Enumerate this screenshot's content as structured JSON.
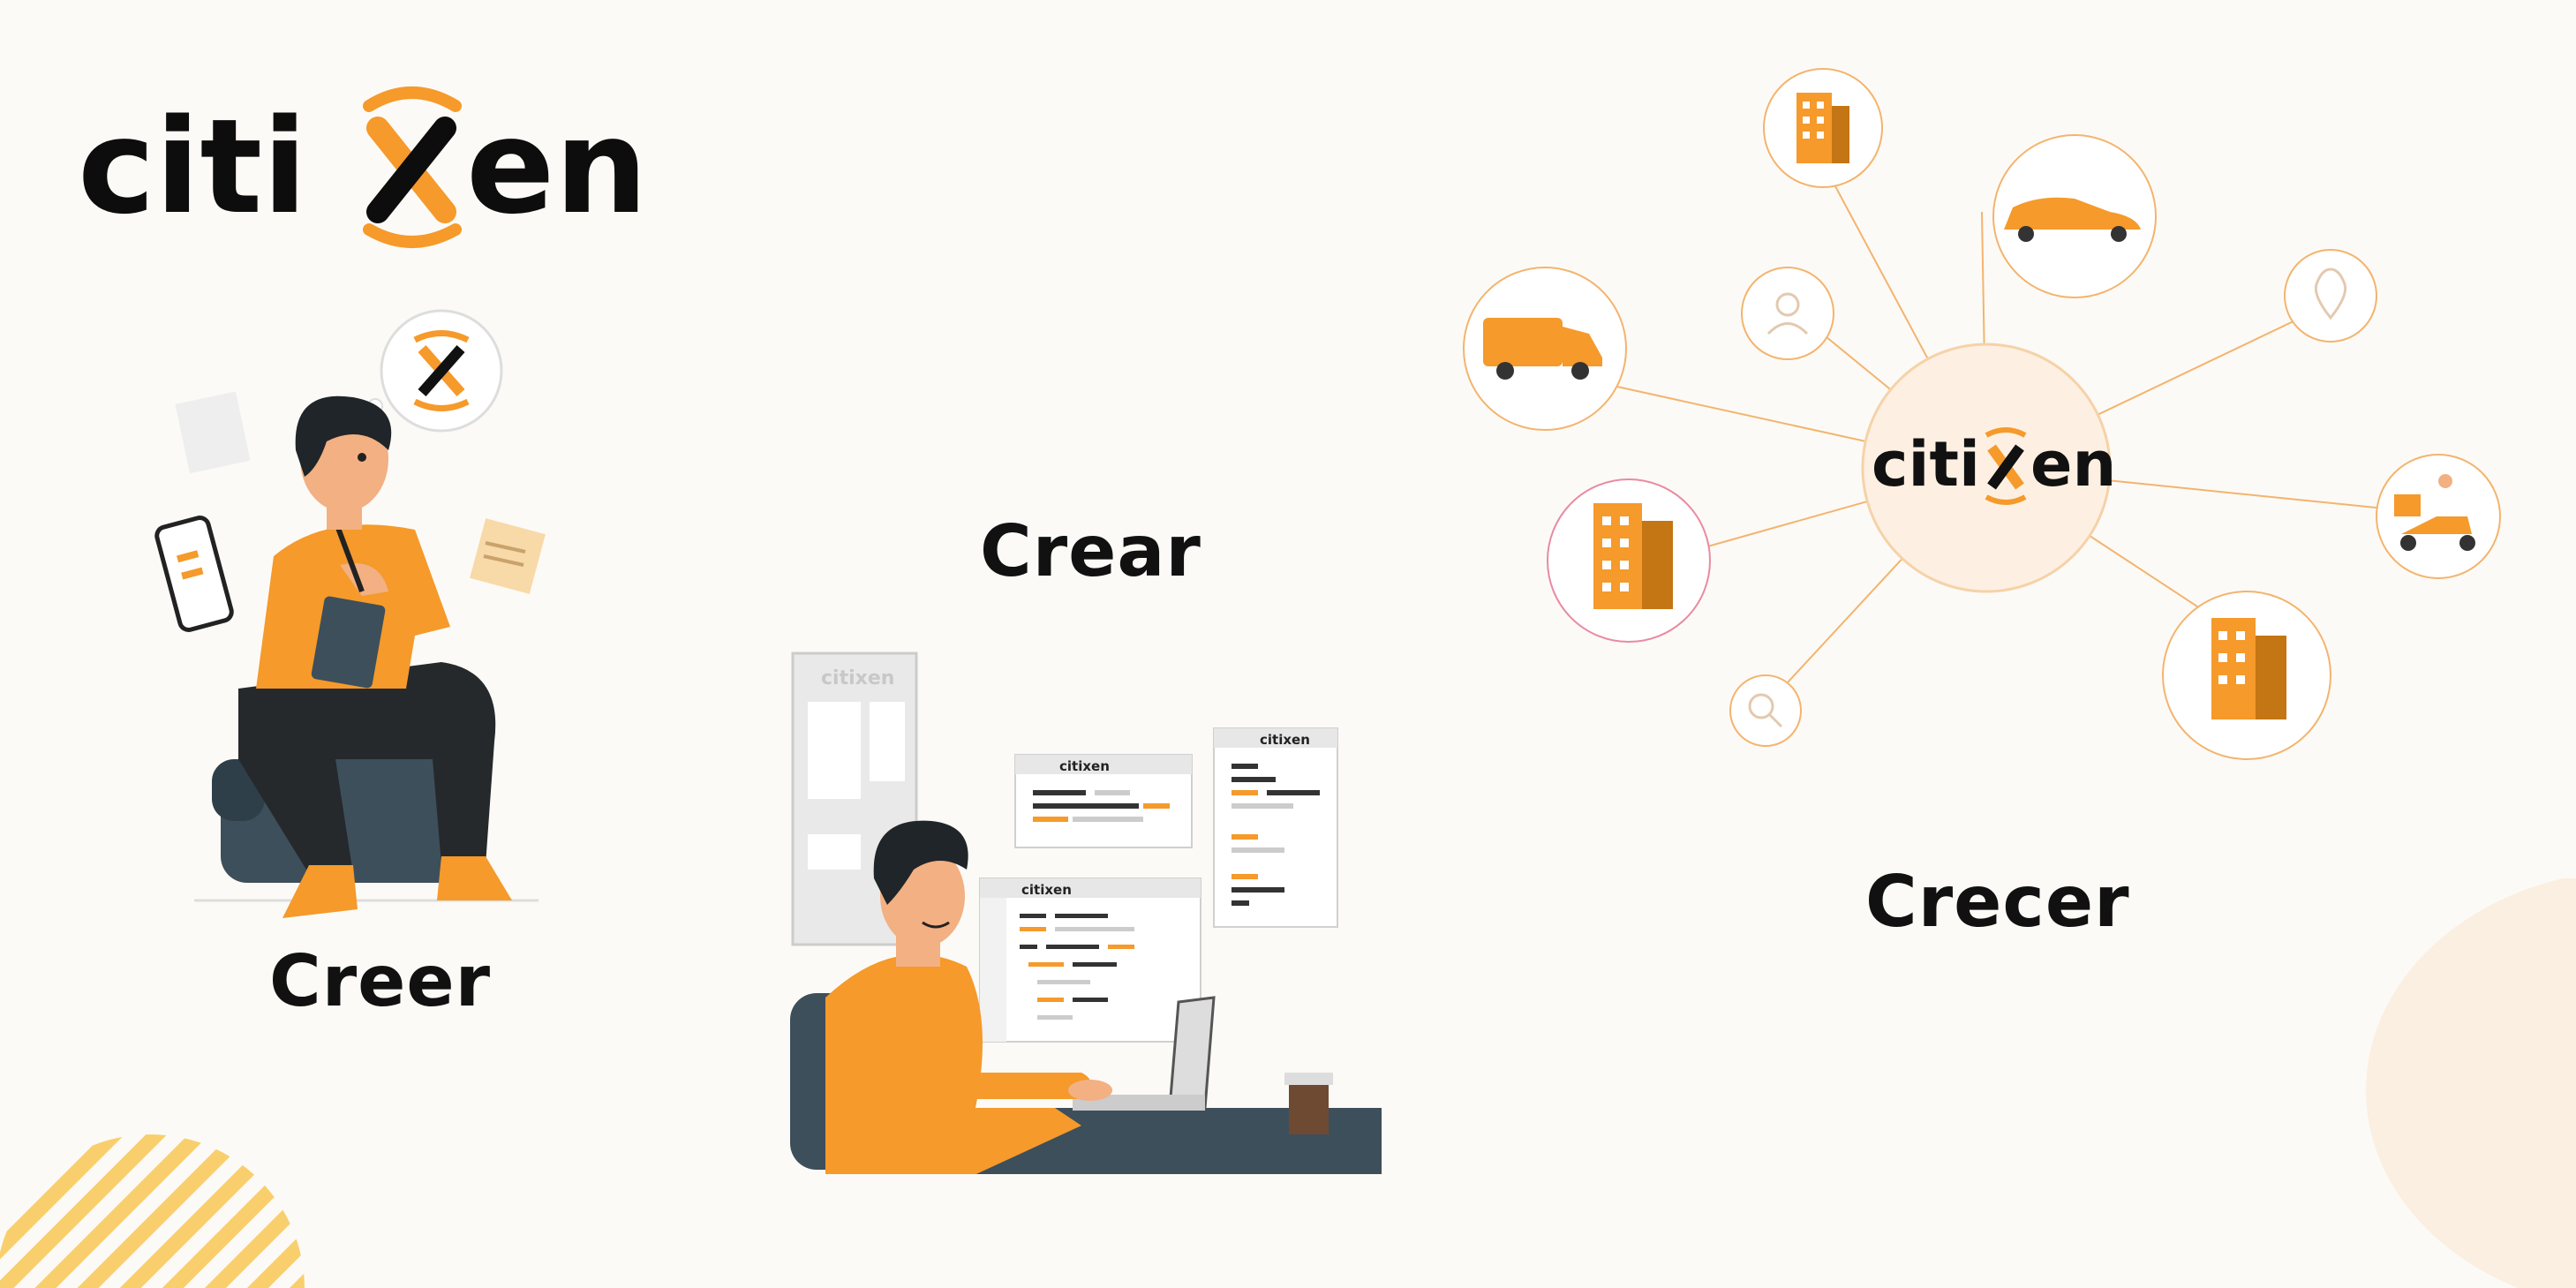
{
  "brand": {
    "name": "citixen",
    "letters_left": "citi",
    "letter_mark": "x",
    "letters_right": "en"
  },
  "stages": {
    "believe": "Creer",
    "create": "Crear",
    "grow": "Crecer"
  },
  "window_brand": "citixen",
  "colors": {
    "accent": "#f59a2b",
    "accent_dark": "#c47514",
    "text": "#111111",
    "background": "#fcfaf6",
    "stripes": "#f9cf6e",
    "node_ring": "#f3b46e",
    "node_ring_alt": "#e98aa2"
  },
  "icons": {
    "thought": "x-mark-icon",
    "network_nodes": [
      "building-icon",
      "car-icon",
      "van-icon",
      "user-icon",
      "location-pin-icon",
      "delivery-scooter-icon",
      "building-icon",
      "building-icon",
      "search-icon"
    ]
  }
}
